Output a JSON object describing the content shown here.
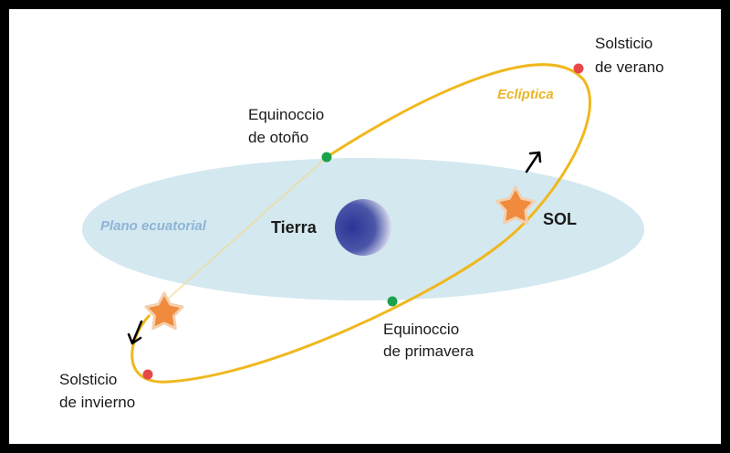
{
  "labels": {
    "solsticio_verano": [
      "Solsticio",
      "de verano"
    ],
    "ecliptica": "Eclíptica",
    "equinoccio_otono": [
      "Equinoccio",
      "de otoño"
    ],
    "plano_ecuatorial": "Plano ecuatorial",
    "tierra": "Tierra",
    "sol": "SOL",
    "equinoccio_primavera": [
      "Equinoccio",
      "de primavera"
    ],
    "solsticio_invierno": [
      "Solsticio",
      "de invierno"
    ]
  },
  "colors": {
    "equatorial_plane": "#d4e8f0",
    "equatorial_label": "#8db4d6",
    "ecliptic": "#f0b81e",
    "ecliptic_label": "#e9b526",
    "equinox_point": "#1aa34a",
    "solstice_point": "#e84848",
    "sun_star": "#f08a3c",
    "earth": "#1f2a8c",
    "arrow": "#000000"
  },
  "icons": {
    "sun": "star-icon",
    "direction": "arrow-icon"
  }
}
